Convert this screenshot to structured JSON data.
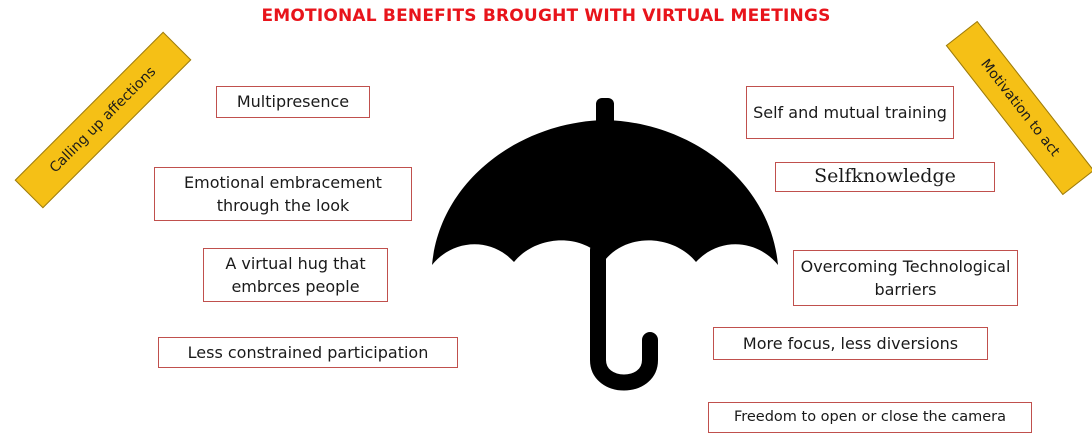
{
  "title": "EMOTIONAL BENEFITS BROUGHT WITH VIRTUAL MEETINGS",
  "banners": {
    "left": "Calling up affections",
    "right": "Motivation to act"
  },
  "left_items": [
    "Multipresence",
    "Emotional embracement through the look",
    "A virtual hug that embrces people",
    "Less constrained participation"
  ],
  "right_items": [
    "Self and  mutual training",
    "Selfknowledge",
    "Overcoming Technological barriers",
    "More focus, less diversions",
    "Freedom to open or close the camera"
  ],
  "colors": {
    "title": "#e8141b",
    "box_border": "#c0504d",
    "banner_fill": "#f5c016",
    "umbrella": "#000000"
  },
  "icons": [
    "umbrella-icon"
  ]
}
